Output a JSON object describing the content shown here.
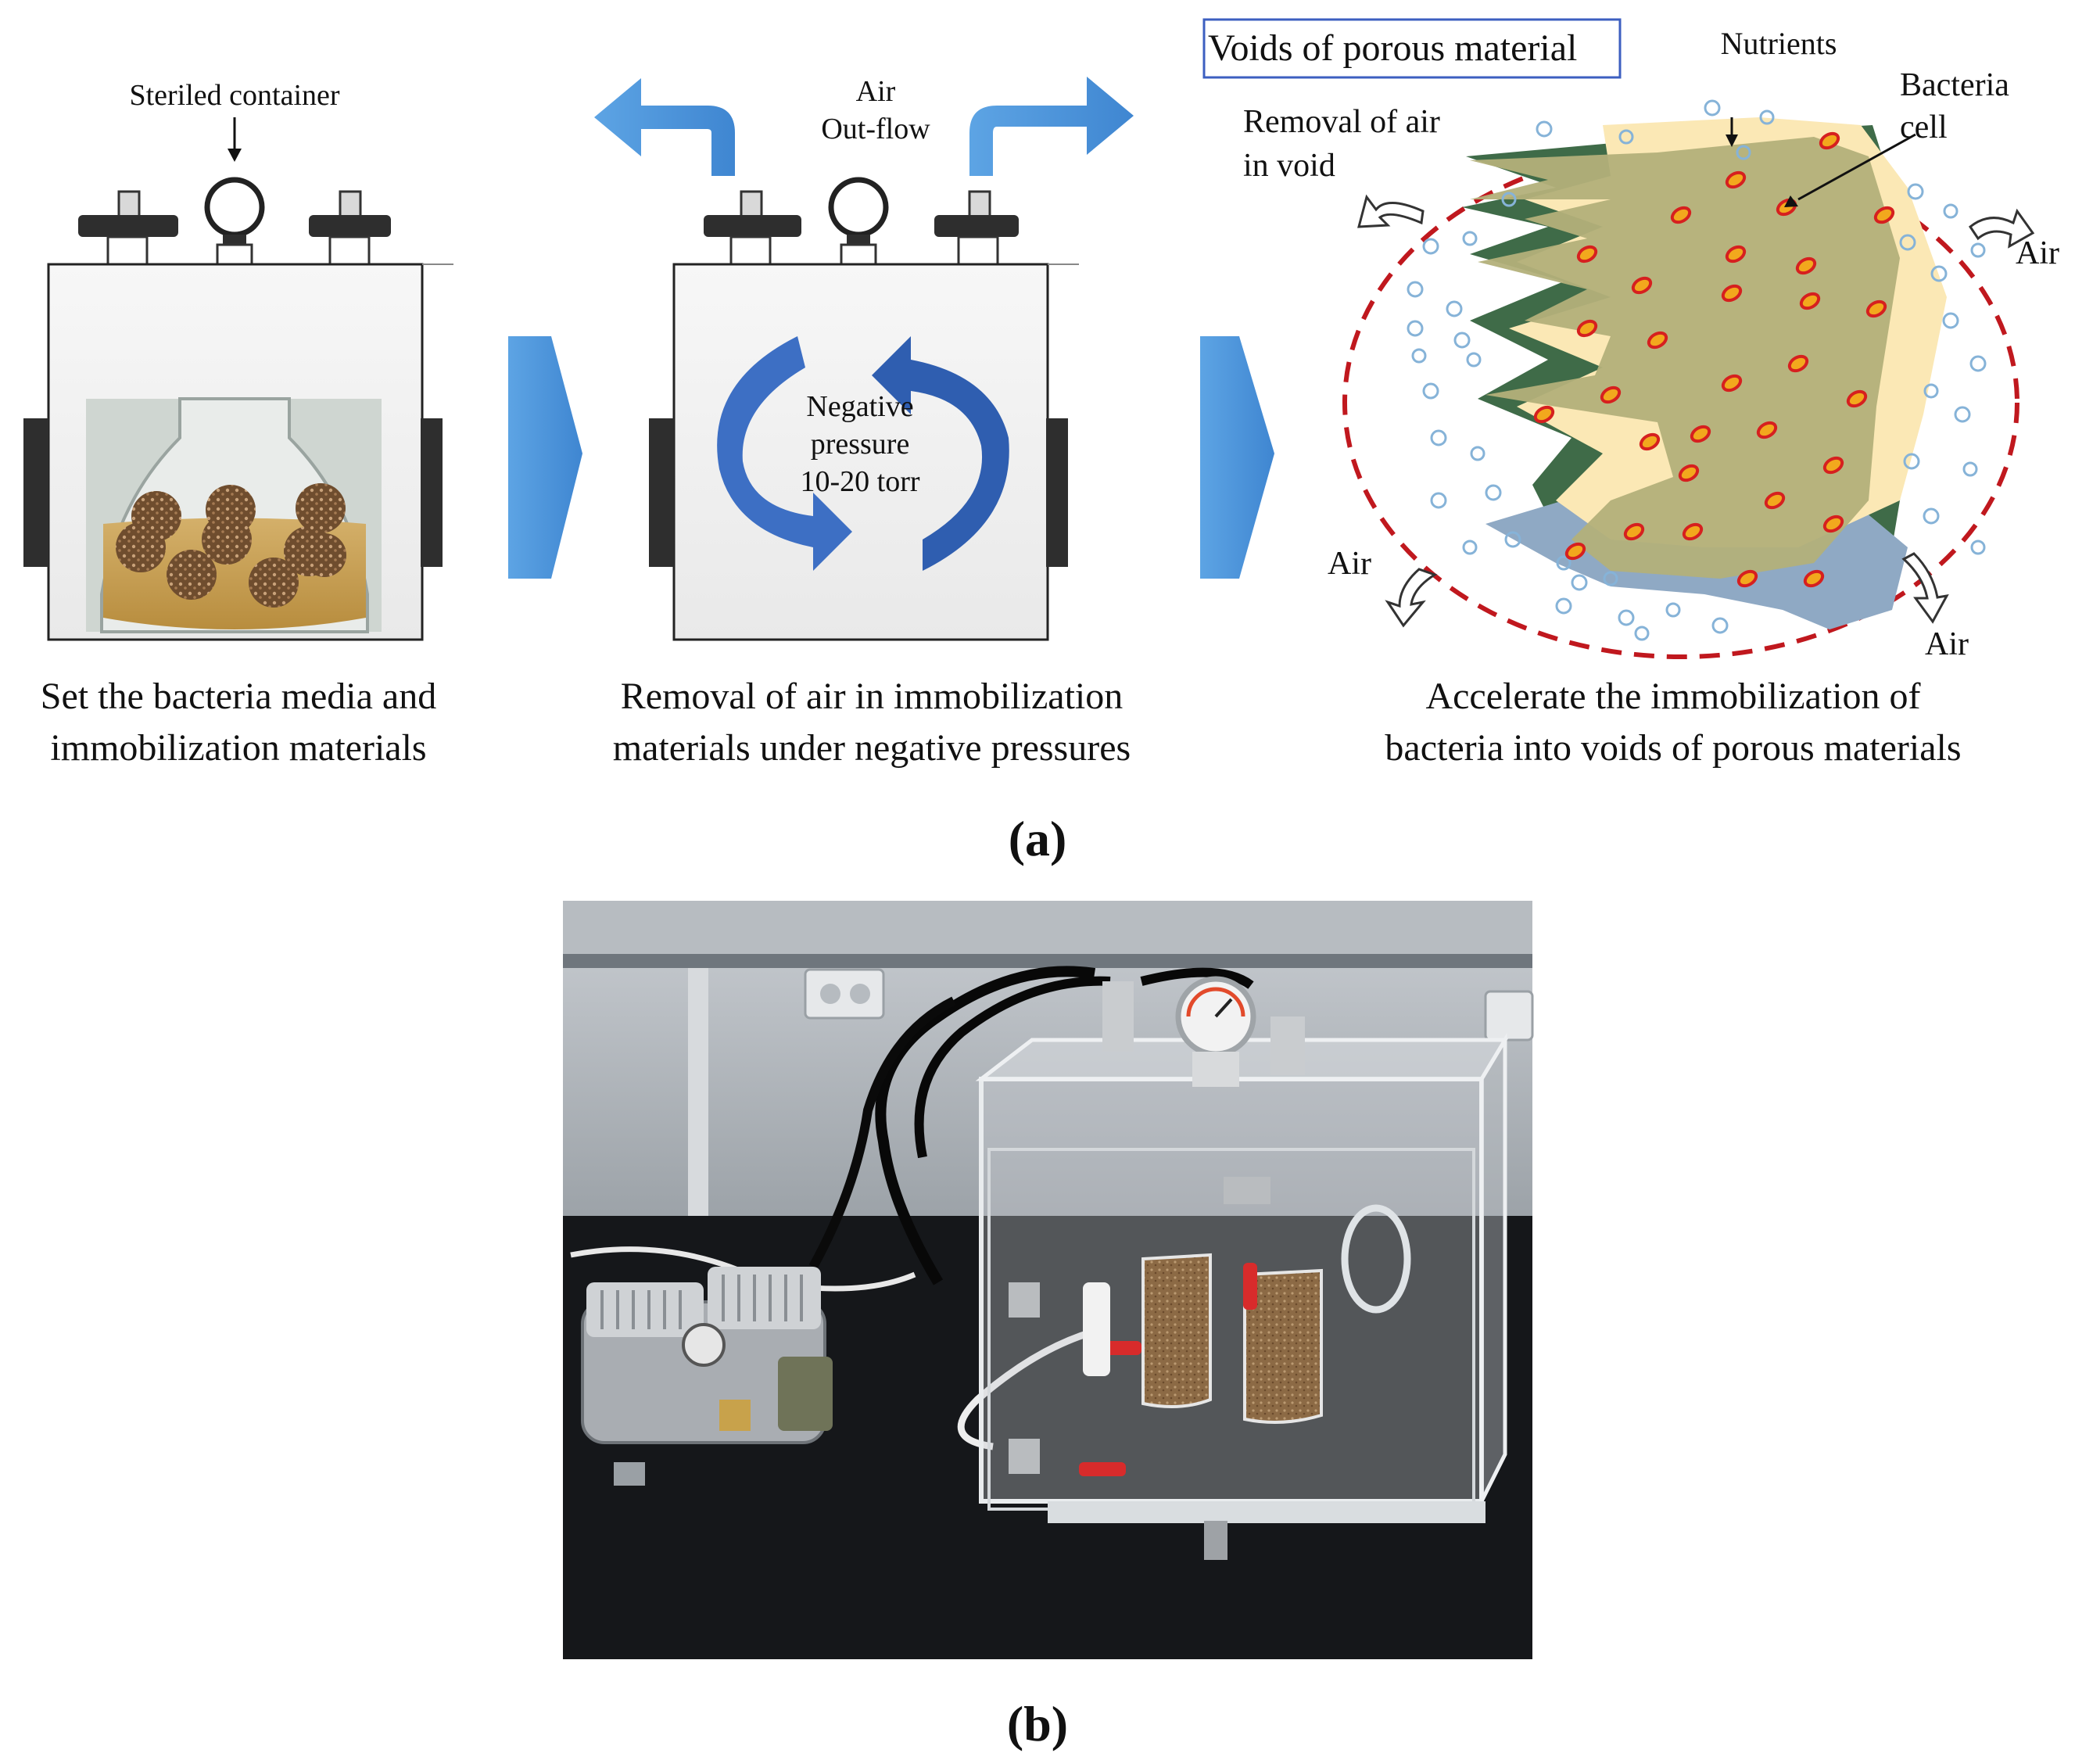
{
  "panel_a": {
    "letter": "(a)",
    "step1": {
      "container_label": "Steriled container",
      "caption": "Set the bacteria media and\nimmobilization materials"
    },
    "step2": {
      "airflow_label": "Air\nOut-flow",
      "pressure_label": "Negative\npressure\n10-20 torr",
      "caption": "Removal of air in immobilization\nmaterials under negative pressures"
    },
    "step3": {
      "boxed_title": "Voids of porous material",
      "nutrients_label": "Nutrients",
      "bacteria_label": "Bacteria\ncell",
      "removal_label": "Removal of air\nin void",
      "air_right": "Air",
      "air_left": "Air",
      "air_bottom": "Air",
      "caption": "Accelerate the immobilization of\nbacteria into voids of porous materials"
    }
  },
  "panel_b": {
    "letter": "(b)"
  },
  "colors": {
    "arrow_blue": "#4a90d9",
    "cycle_blue": "#3b6dbf",
    "dashed_red": "#c0181e",
    "bacteria_fill": "#f2a81d",
    "bacteria_edge": "#d6201f",
    "porous_tan": "#b9b67a",
    "porous_green": "#3f6b48",
    "porous_gray": "#7c95a6",
    "void_cream": "#fbe8b5"
  }
}
